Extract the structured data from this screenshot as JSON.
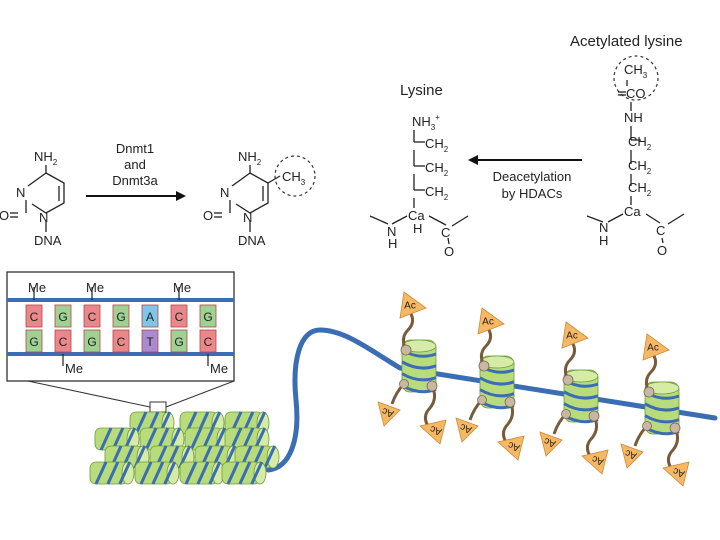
{
  "methylation": {
    "amine_left": "NH",
    "amine_right": "NH",
    "amine_sub": "2",
    "ring_n1": "N",
    "ring_n3": "N",
    "oxygen": "O",
    "dna_left": "DNA",
    "dna_right": "DNA",
    "methyl": "CH",
    "methyl_sub": "3",
    "enzyme_line1": "Dnmt1",
    "enzyme_line2": "and",
    "enzyme_line3": "Dnmt3a"
  },
  "acetylation": {
    "acetylated_title": "Acetylated lysine",
    "lysine_title": "Lysine",
    "nh3": "NH",
    "nh3_sub": "3",
    "nh3_charge": "+",
    "ch2": "CH",
    "ch2_sub": "2",
    "ch3": "CH",
    "ch3_sub": "3",
    "co": "CO",
    "nh": "NH",
    "n": "N",
    "h": "H",
    "ca": "Ca",
    "c": "C",
    "o": "O",
    "process_line1": "Deacetylation",
    "process_line2": "by HDACs"
  },
  "dna_inset": {
    "top_strand": [
      "C",
      "G",
      "C",
      "G",
      "A",
      "C",
      "G"
    ],
    "bottom_strand": [
      "G",
      "C",
      "G",
      "C",
      "T",
      "G",
      "C"
    ],
    "methyl_label": "Me",
    "top_methyl_positions": [
      0,
      2,
      5
    ],
    "bottom_methyl_positions": [
      1,
      6
    ]
  },
  "nucleosomes": {
    "acetyl_label": "Ac"
  },
  "colors": {
    "dna_blue": "#3b6db5",
    "histone_green": "#b9dc7a",
    "histone_green_dark": "#8fbf4f",
    "base_C": "#e9888a",
    "base_G": "#9fd193",
    "base_A": "#7ec6e8",
    "base_T": "#a98bd0",
    "acetyl_orange": "#f7b865",
    "tail_brown": "#7a5a3a",
    "tail_bead": "#c8b8a2"
  }
}
